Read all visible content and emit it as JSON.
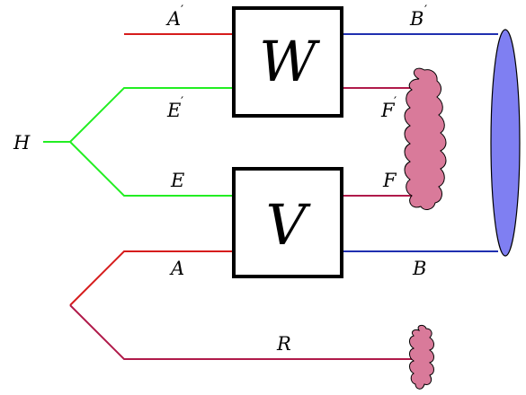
{
  "boxes": {
    "top": {
      "label": "W"
    },
    "bottom": {
      "label": "V"
    }
  },
  "labels": {
    "H": "H",
    "A_prime": "A",
    "A_prime_mark": "′",
    "B_prime": "B",
    "B_prime_mark": "′",
    "E_prime": "E",
    "E_prime_mark": "′",
    "F_prime": "F",
    "F_prime_mark": "′",
    "E": "E",
    "F": "F",
    "A": "A",
    "B": "B",
    "R": "R"
  },
  "colors": {
    "red": "#d61c1c",
    "green": "#22ee22",
    "blue": "#1f2fb0",
    "maroon": "#b01a4a",
    "blob": "#d97a9a",
    "ellipse": "#7f7ff2"
  }
}
